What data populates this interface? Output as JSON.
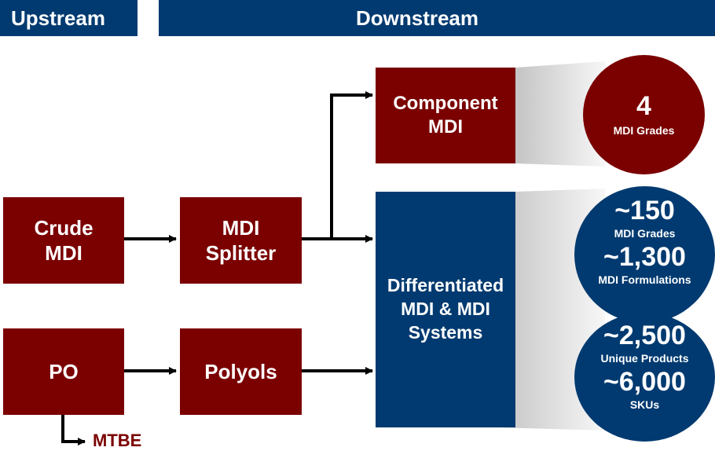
{
  "headers": {
    "upstream": "Upstream",
    "downstream": "Downstream"
  },
  "boxes": {
    "crude_mdi": "Crude MDI",
    "po": "PO",
    "mdi_splitter": "MDI Splitter",
    "polyols": "Polyols",
    "component_mdi": "Component MDI",
    "differentiated": "Differentiated MDI & MDI Systems"
  },
  "byproduct": "MTBE",
  "stats": {
    "component": {
      "value": "4",
      "label": "MDI Grades"
    },
    "grades": {
      "value": "~150",
      "label": "MDI Grades"
    },
    "formulations": {
      "value": "~1,300",
      "label": "MDI Formulations"
    },
    "products": {
      "value": "~2,500",
      "label": "Unique Products"
    },
    "skus": {
      "value": "~6,000",
      "label": "SKUs"
    }
  },
  "colors": {
    "red": "#7b0000",
    "blue": "#003a70"
  }
}
